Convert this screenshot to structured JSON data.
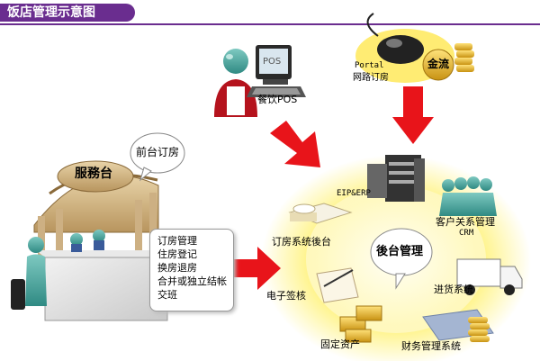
{
  "header": {
    "title": "饭店管理示意图"
  },
  "frontdesk": {
    "sign": "服務台",
    "bubble": "前台订房",
    "tasks": [
      "订房管理",
      "住房登记",
      "换房退房",
      "合并或独立结帐",
      "交班"
    ]
  },
  "pos": {
    "screen_text": "POS",
    "label": "餐饮POS"
  },
  "portal": {
    "label1": "Portal",
    "label2": "网路订房",
    "gold_label": "金流"
  },
  "backend": {
    "center_label": "後台管理",
    "eip": "EIP&ERP",
    "crm_label": "客户关系管理",
    "crm_abbr": "CRM",
    "booking": "订房系统後台",
    "purchase": "进货系统",
    "esign": "电子签核",
    "assets": "固定资产",
    "finance": "财务管理系统"
  },
  "colors": {
    "header": "#6a2d8f",
    "arrow": "#e8141a",
    "glow": "#fff27a"
  }
}
